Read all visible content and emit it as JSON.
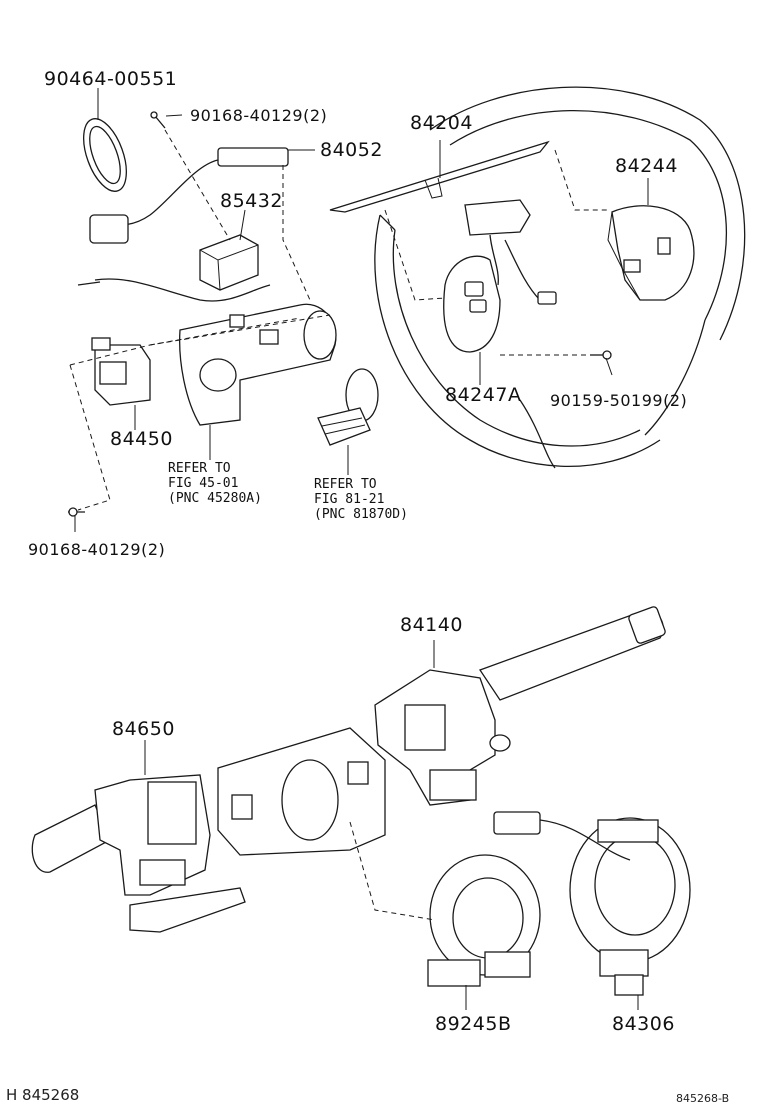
{
  "labels": {
    "p90464_00551": "90464-00551",
    "p90168_40129_top": "90168-40129(2)",
    "p84052": "84052",
    "p84204": "84204",
    "p84244": "84244",
    "p85432": "85432",
    "p84247A": "84247A",
    "p90159_50199": "90159-50199(2)",
    "p84450": "84450",
    "p90168_40129_bottom": "90168-40129(2)",
    "p84140": "84140",
    "p84650": "84650",
    "p89245B": "89245B",
    "p84306": "84306"
  },
  "refs": {
    "ref1": {
      "line1": "REFER TO",
      "line2": "FIG 45-01",
      "line3": "(PNC 45280A)"
    },
    "ref2": {
      "line1": "REFER TO",
      "line2": "FIG 81-21",
      "line3": "(PNC 81870D)"
    }
  },
  "footer": {
    "left": "H 845268",
    "right": "845268-B"
  }
}
